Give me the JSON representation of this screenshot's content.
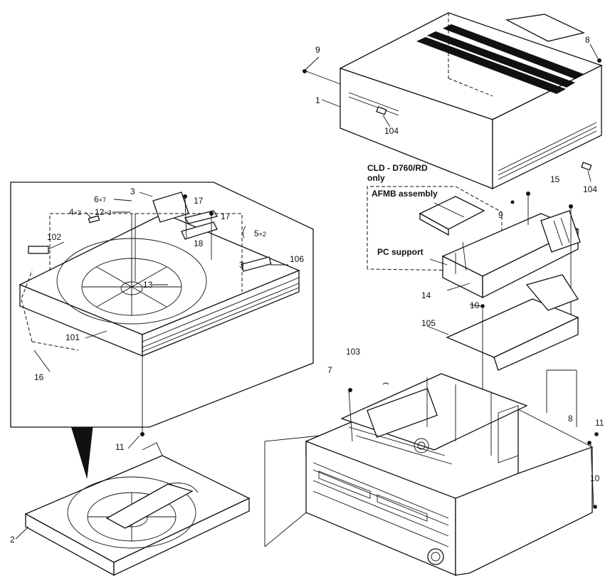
{
  "callouts": {
    "c1": "1",
    "c2": "2",
    "c3a": "3",
    "c3b": "3",
    "c4": "4",
    "c4mult": "×3",
    "c5": "5",
    "c5mult": "×2",
    "c6": "6",
    "c6mult": "×7",
    "c7": "7",
    "c8a": "8",
    "c8b": "8",
    "c9a": "9",
    "c9b": "9",
    "c10a": "10",
    "c10b": "10",
    "c11a": "11",
    "c11b": "11",
    "c12": "12",
    "c12mult": "×3",
    "c13": "13",
    "c14": "14",
    "c15": "15",
    "c16": "16",
    "c17a": "17",
    "c17b": "17",
    "c18": "18",
    "c101": "101",
    "c102": "102",
    "c103": "103",
    "c104a": "104",
    "c104b": "104",
    "c105": "105",
    "c106": "106"
  },
  "notes": {
    "model_line1": "CLD - D760/RD",
    "model_line2": "only",
    "afmb": "AFMB assembly",
    "pc_support": "PC support"
  }
}
